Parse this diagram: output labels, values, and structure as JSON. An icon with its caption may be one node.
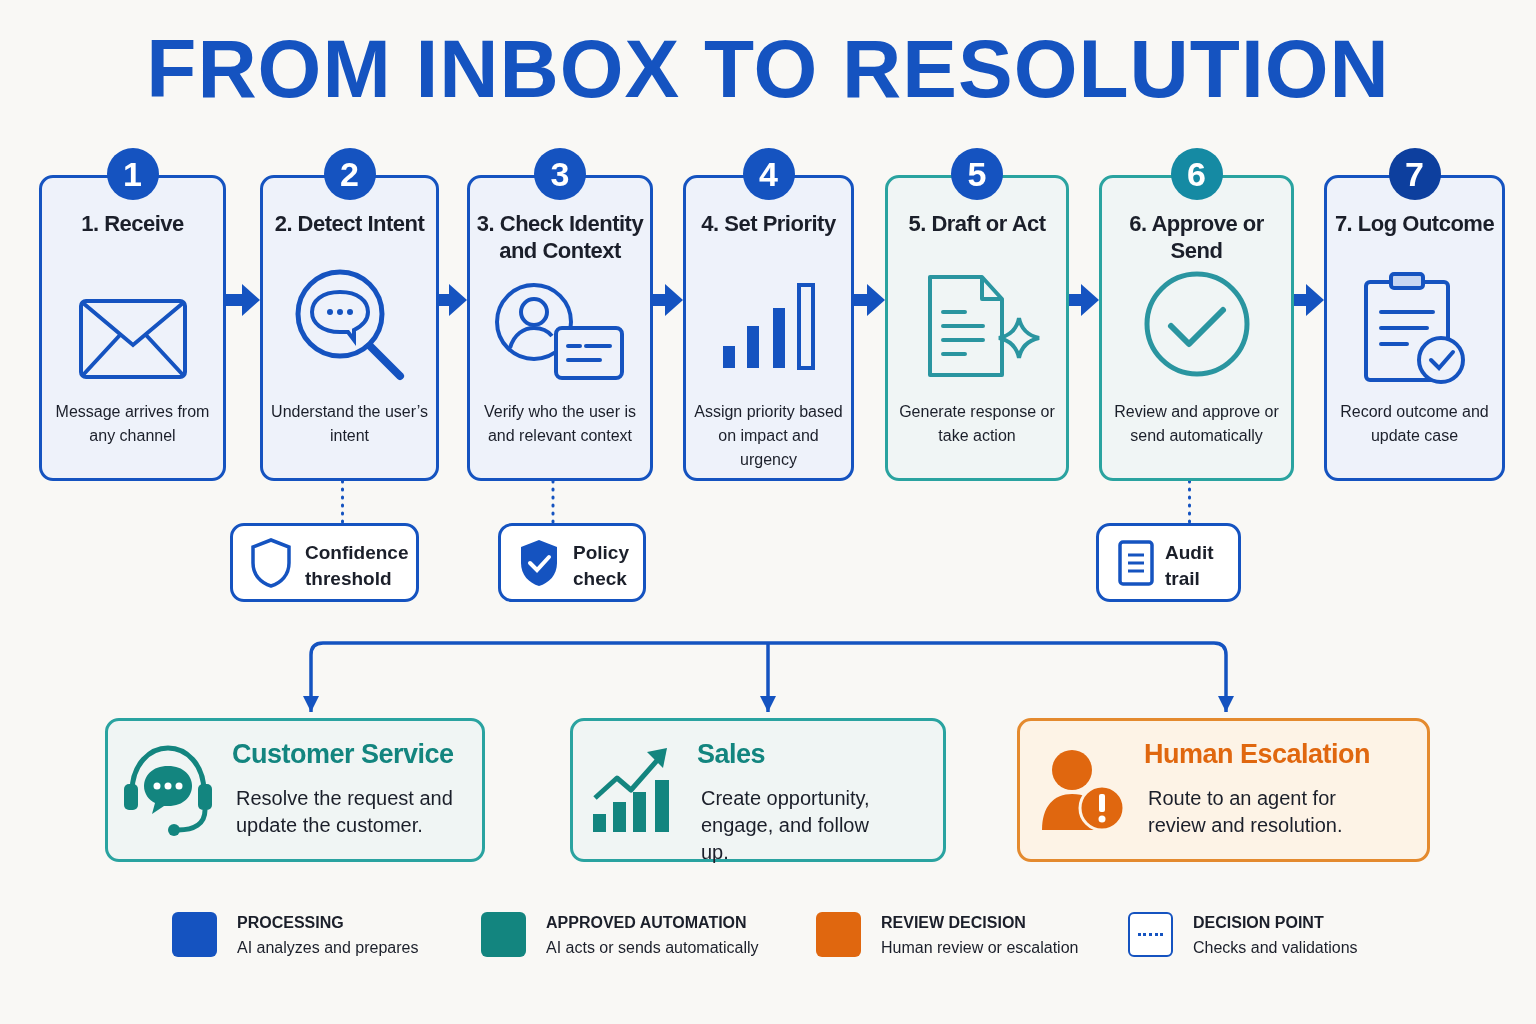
{
  "diagram": {
    "title": "FROM INBOX TO RESOLUTION",
    "nodes": [
      {
        "text": [
          "1",
          "1. Receive",
          "Message arrives from any channel"
        ]
      },
      {
        "text": [
          "2",
          "2. Detect Intent",
          "Understand the user’s intent"
        ]
      },
      {
        "text": [
          "3",
          "3. Check Identity and Context",
          "Verify who the user is and relevant context"
        ]
      },
      {
        "text": [
          "4",
          "4. Set Priority",
          "Assign priority based on impact and urgency"
        ]
      },
      {
        "text": [
          "5",
          "5. Draft or Act",
          "Generate response or take action"
        ]
      },
      {
        "text": [
          "6",
          "6. Approve or Send",
          "Review and approve or send automatically"
        ]
      },
      {
        "text": [
          "7",
          "7. Log Outcome",
          "Record outcome and update case"
        ]
      },
      {
        "text": [
          "Confidence threshold"
        ]
      },
      {
        "text": [
          "Policy check"
        ]
      },
      {
        "text": [
          "Audit trail"
        ]
      },
      {
        "text": [
          "Customer Service",
          "Resolve the request and update the customer."
        ]
      },
      {
        "text": [
          "Sales",
          "Create opportunity, engage, and follow up."
        ]
      },
      {
        "text": [
          "Human Escalation",
          "Route to an agent for review and resolution."
        ]
      }
    ],
    "edges": [
      {
        "from": 0,
        "to": 1,
        "arrow": "to",
        "style": "thick"
      },
      {
        "from": 1,
        "to": 2,
        "arrow": "to",
        "style": "thick"
      },
      {
        "from": 2,
        "to": 3,
        "arrow": "to",
        "style": "thick"
      },
      {
        "from": 3,
        "to": 4,
        "arrow": "to",
        "style": "thick"
      },
      {
        "from": 4,
        "to": 5,
        "arrow": "to",
        "style": "thick"
      },
      {
        "from": 5,
        "to": 6,
        "arrow": "to",
        "style": "thick"
      },
      {
        "from": 1,
        "to": 7,
        "arrow": "none",
        "style": "dashed"
      },
      {
        "from": 2,
        "to": 8,
        "arrow": "none",
        "style": "dashed"
      },
      {
        "from": 5,
        "to": 9,
        "arrow": "none",
        "style": "dashed"
      },
      {
        "from": null,
        "to": 10,
        "arrow": "to"
      },
      {
        "from": null,
        "to": 11,
        "arrow": "to"
      },
      {
        "from": null,
        "to": 12,
        "arrow": "to"
      }
    ],
    "labels": [
      "AI analyzes and prepares",
      "AI acts or sends automatically",
      "Human review or escalation",
      "Checks and validations"
    ],
    "legend": [
      {
        "text": "PROCESSING",
        "color": "#1553c0"
      },
      {
        "text": "APPROVED AUTOMATION",
        "color": "#13857f"
      },
      {
        "text": "REVIEW DECISION",
        "color": "#e0670f"
      },
      {
        "text": "DECISION POINT"
      }
    ]
  }
}
